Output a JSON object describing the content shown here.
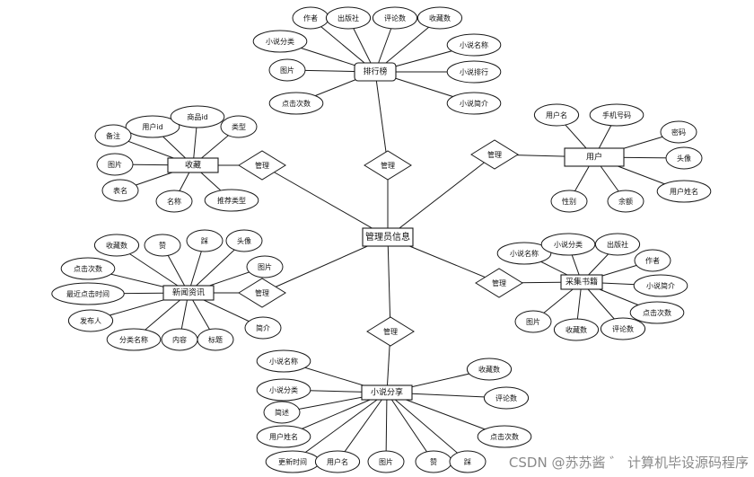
{
  "center": "管理员信息",
  "relation_label": "管理",
  "entities": {
    "ranking": {
      "name": "排行榜",
      "attributes": [
        "作者",
        "出版社",
        "评论数",
        "收藏数",
        "小说分类",
        "小说名称",
        "图片",
        "小说排行",
        "点击次数",
        "小说简介"
      ]
    },
    "favorite": {
      "name": "收藏",
      "attributes": [
        "用户id",
        "商品id",
        "备注",
        "类型",
        "图片",
        "表名",
        "名称",
        "推荐类型"
      ]
    },
    "user": {
      "name": "用户",
      "attributes": [
        "用户名",
        "手机号码",
        "密码",
        "头像",
        "用户姓名",
        "性别",
        "余额"
      ]
    },
    "news": {
      "name": "新闻资讯",
      "attributes": [
        "收藏数",
        "赞",
        "踩",
        "头像",
        "点击次数",
        "图片",
        "最近点击时间",
        "发布人",
        "分类名称",
        "内容",
        "标题",
        "简介"
      ]
    },
    "collect": {
      "name": "采集书籍",
      "attributes": [
        "小说名称",
        "小说分类",
        "出版社",
        "作者",
        "小说简介",
        "点击次数",
        "图片",
        "收藏数",
        "评论数"
      ]
    },
    "share": {
      "name": "小说分享",
      "attributes": [
        "小说名称",
        "小说分类",
        "简述",
        "用户姓名",
        "更新时间",
        "用户名",
        "图片",
        "赞",
        "踩",
        "收藏数",
        "评论数",
        "点击次数"
      ]
    }
  },
  "watermark": "CSDN @苏苏酱  ゛ 计算机毕设源码程序"
}
